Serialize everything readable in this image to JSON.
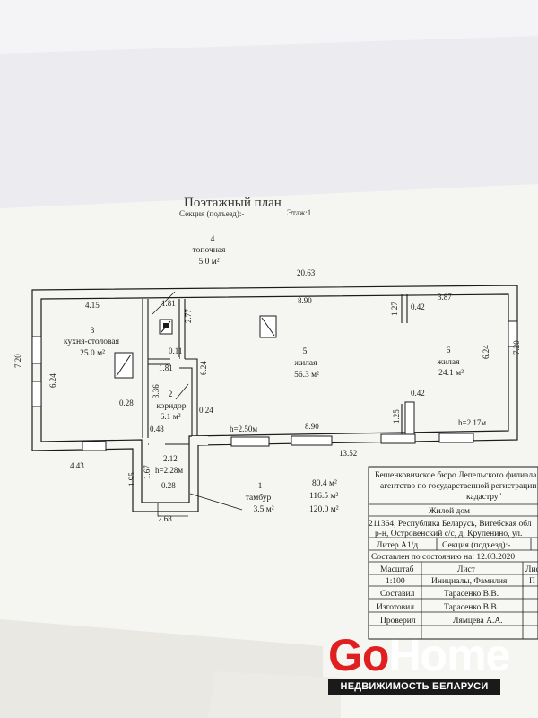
{
  "header": {
    "title": "Поэтажный план",
    "section": "Секция (подъезд):-",
    "floor": "Этаж:1"
  },
  "dimensions": {
    "total_width": "20.63",
    "left_top": "4.15",
    "room5_top": "8.90",
    "room6_top": "3.87",
    "right_height": "7.20",
    "left_height": "7.20",
    "left_inner": "6.24",
    "right_inner": "6.24",
    "room5_side": "6.24",
    "bottom_left": "4.43",
    "bottom_room5": "8.90",
    "bottom_total": "13.52",
    "stove_w": "1.81",
    "stove_h": "2.77",
    "corr_w1": "1.81",
    "corr_h": "3.36",
    "corr_small": "0.11",
    "door_028a": "0.28",
    "door_024": "0.24",
    "door_048": "0.48",
    "vest_w": "2.12",
    "vest_h1": "1.95",
    "vest_h2": "1.67",
    "vest_028": "0.28",
    "vest_bottom": "2.68",
    "r6_127": "1.27",
    "r6_042a": "0.42",
    "r6_042b": "0.42",
    "r6_125": "1.25",
    "h_room5": "h=2.50м",
    "h_room6": "h=2.17м",
    "h_vest": "h=2.28м"
  },
  "rooms": [
    {
      "num": "1",
      "name": "тамбур",
      "area": "3.5 м²"
    },
    {
      "num": "2",
      "name": "коридор",
      "area": "6.1 м²"
    },
    {
      "num": "3",
      "name": "кухня-столовая",
      "area": "25.0 м²"
    },
    {
      "num": "4",
      "name": "топочная",
      "area": "5.0 м²"
    },
    {
      "num": "5",
      "name": "жилая",
      "area": "56.3 м²"
    },
    {
      "num": "6",
      "name": "жилая",
      "area": "24.1 м²"
    }
  ],
  "totals": [
    "80.4 м²",
    "116.5 м²",
    "120.0 м²"
  ],
  "stamp": {
    "org_line1": "Бешенковичское бюро Лепельского филиала",
    "org_line2": "агентство по государственной регистрации",
    "org_line3": "кадастру\"",
    "object": "Жилой дом",
    "address1": "211364, Республика Беларусь, Витебская обл",
    "address2": "р-н, Островенский с/с, д. Крупенино, ул.",
    "liter": "Литер А1/д",
    "section": "Секция (подъезд):-",
    "state": "Составлен по состоянию на: 12.03.2020",
    "scale_h": "Масштаб",
    "sheet_h": "Лист",
    "list_h": "Лис",
    "scale": "1:100",
    "initials_h": "Инициалы, Фамилия",
    "p": "П",
    "role1": "Составил",
    "name1": "Тарасенко В.В.",
    "role2": "Изготовил",
    "name2": "Тарасенко В.В.",
    "role3": "Проверил",
    "name3": "Лямцева А.А."
  },
  "logo": {
    "go": "Go",
    "home": "Home",
    "subtitle": "НЕДВИЖИМОСТЬ БЕЛАРУСИ"
  }
}
